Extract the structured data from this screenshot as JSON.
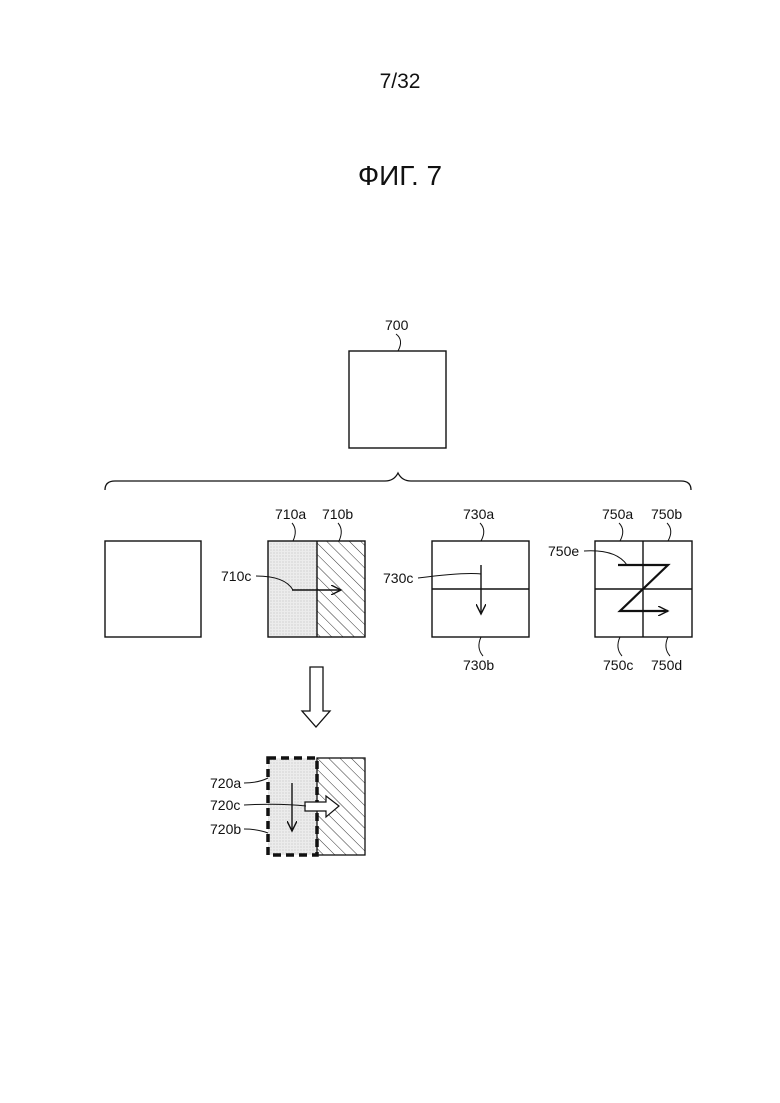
{
  "page_number": "7/32",
  "figure_title": "ФИГ. 7",
  "labels": {
    "l700": "700",
    "l710a": "710a",
    "l710b": "710b",
    "l710c": "710c",
    "l730a": "730a",
    "l730b": "730b",
    "l730c": "730c",
    "l750a": "750a",
    "l750b": "750b",
    "l750c": "750c",
    "l750d": "750d",
    "l750e": "750e",
    "l720a": "720a",
    "l720b": "720b",
    "l720c": "720c"
  }
}
